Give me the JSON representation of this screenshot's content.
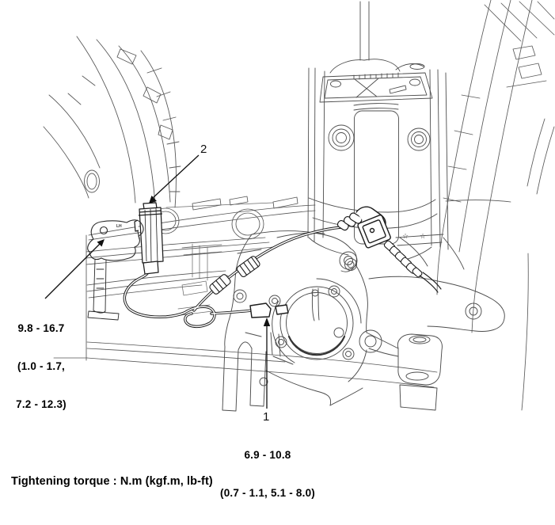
{
  "figure": {
    "callouts": {
      "sensor_bolt_number": "1",
      "connector_number": "2"
    },
    "torque_specs": {
      "bracket_bolt": {
        "lines": [
          "9.8 - 16.7",
          "(1.0 - 1.7,",
          "7.2 - 12.3)"
        ]
      },
      "sensor_bolt": {
        "lines": [
          "6.9 - 10.8",
          "(0.7 - 1.1, 5.1 - 8.0)"
        ]
      }
    },
    "footer": {
      "note": "Tightening torque : N.m (kgf.m, lb-ft)"
    },
    "drawing_marks": {
      "bracket_marking": "LH",
      "star_left": "☆",
      "star_right": "☆"
    },
    "colors": {
      "background": "#ffffff",
      "line": "#4d4d4d",
      "bold_line": "#1c1c1c",
      "text": "#000000"
    }
  }
}
